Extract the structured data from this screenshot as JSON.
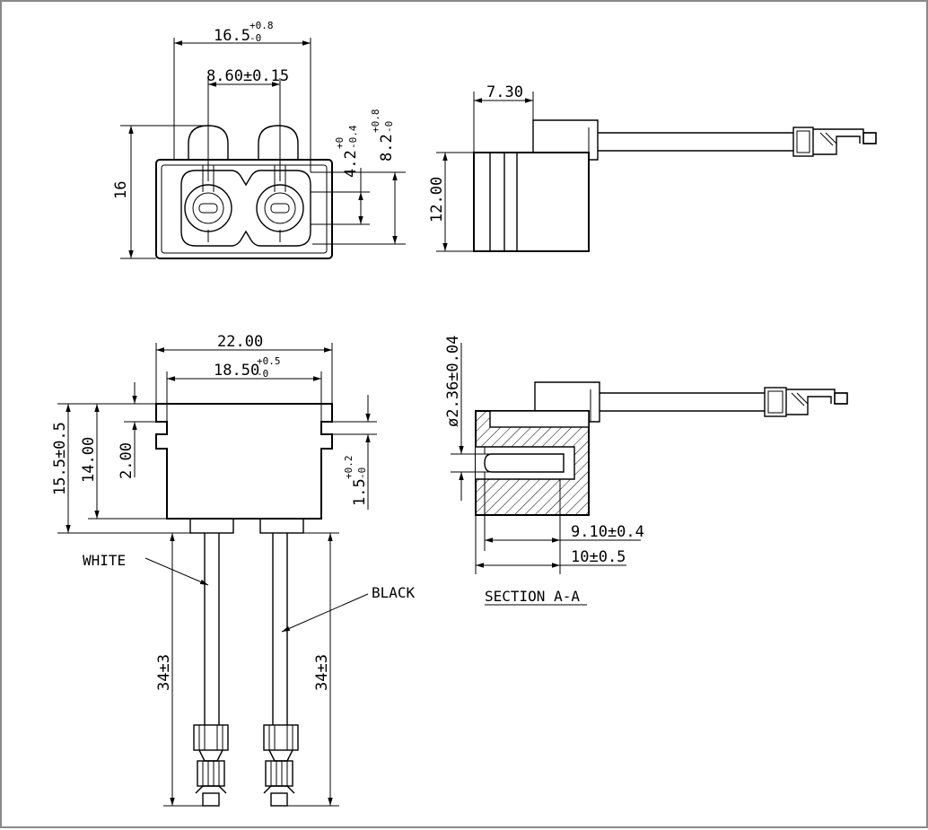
{
  "dimensions": {
    "top_width": "16.5",
    "top_width_tol_plus": "+0.8",
    "top_width_tol_minus": "-0",
    "pin_spacing": "8.60±0.15",
    "height_16": "16",
    "slot_42": "4.2",
    "slot_42_tol_plus": "+0",
    "slot_42_tol_minus": "-0.4",
    "slot_82": "8.2",
    "slot_82_tol_plus": "+0.8",
    "slot_82_tol_minus": "-0",
    "side_depth": "7.30",
    "side_height": "12.00",
    "front_width": "22.00",
    "front_inner_width": "18.50",
    "front_inner_tol_plus": "+0.5",
    "front_inner_tol_minus": "-0",
    "total_height": "15.5±0.5",
    "body_height": "14.00",
    "flange": "2.00",
    "groove": "1.5",
    "groove_tol_plus": "+0.2",
    "groove_tol_minus": "-0",
    "lead_left": "34±3",
    "lead_right": "34±3",
    "pin_diameter": "ø2.36±0.04",
    "pin_depth": "9.10±0.4",
    "pin_total": "10±0.5"
  },
  "labels": {
    "white": "WHITE",
    "black": "BLACK",
    "section": "SECTION A-A"
  }
}
